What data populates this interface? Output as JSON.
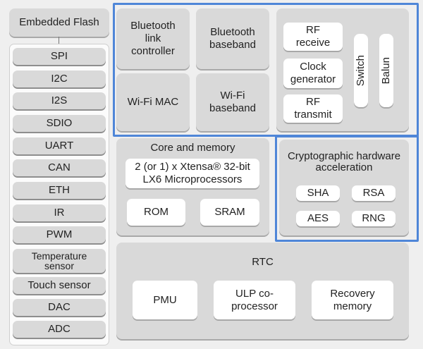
{
  "embedded_flash": "Embedded Flash",
  "peripherals": [
    "SPI",
    "I2C",
    "I2S",
    "SDIO",
    "UART",
    "CAN",
    "ETH",
    "IR",
    "PWM",
    "Temperature sensor",
    "Touch sensor",
    "DAC",
    "ADC"
  ],
  "radio": {
    "bt_link_controller": "Bluetooth link controller",
    "bt_baseband": "Bluetooth baseband",
    "wifi_mac": "Wi-Fi MAC",
    "wifi_baseband": "Wi-Fi baseband",
    "rf_receive": "RF receive",
    "clock_generator": "Clock generator",
    "rf_transmit": "RF transmit",
    "switch": "Switch",
    "balun": "Balun"
  },
  "core": {
    "title": "Core and memory",
    "cpu": "2 (or 1) x Xtensa® 32-bit LX6 Microprocessors",
    "rom": "ROM",
    "sram": "SRAM"
  },
  "crypto": {
    "title": "Cryptographic hardware acceleration",
    "sha": "SHA",
    "rsa": "RSA",
    "aes": "AES",
    "rng": "RNG"
  },
  "rtc": {
    "title": "RTC",
    "pmu": "PMU",
    "ulp": "ULP co-processor",
    "recovery": "Recovery memory"
  },
  "colors": {
    "highlight_border": "#4f86d8",
    "block_gray": "#d9d9d9",
    "background": "#efefef"
  }
}
